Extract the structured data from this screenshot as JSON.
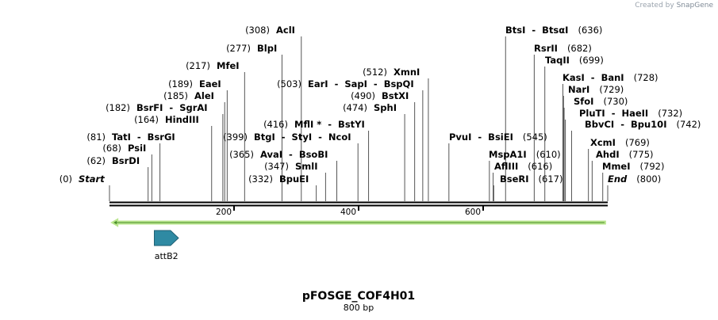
{
  "credit": {
    "prefix": "Created by",
    "brand": "SnapGene"
  },
  "plasmid": {
    "name": "pFOSGE_COF4H01",
    "length_label": "800 bp",
    "length": 800
  },
  "ruler_ticks": [
    {
      "value": 200,
      "label": "200"
    },
    {
      "value": 400,
      "label": "400"
    },
    {
      "value": 600,
      "label": "600"
    }
  ],
  "features": [
    {
      "name": "attB2",
      "start": 72,
      "end": 98,
      "direction": "forward",
      "color": "#2f8aa3"
    },
    {
      "name": "",
      "start": 4,
      "end": 796,
      "direction": "reverse",
      "color": "#b9e58d"
    }
  ],
  "sites": [
    {
      "pos": "(0)",
      "name": "Start",
      "at": 0,
      "italic": true
    },
    {
      "pos": "(62)",
      "name": "BsrDI",
      "at": 62
    },
    {
      "pos": "(68)",
      "name": "PsiI",
      "at": 68
    },
    {
      "pos": "(81)",
      "name": "TatI  -  BsrGI",
      "at": 81
    },
    {
      "pos": "(164)",
      "name": "HindIII",
      "at": 164
    },
    {
      "pos": "(182)",
      "name": "BsrFI  -  SgrAI",
      "at": 182
    },
    {
      "pos": "(185)",
      "name": "AleI",
      "at": 185
    },
    {
      "pos": "(189)",
      "name": "EaeI",
      "at": 189
    },
    {
      "pos": "(217)",
      "name": "MfeI",
      "at": 217
    },
    {
      "pos": "(277)",
      "name": "BlpI",
      "at": 277
    },
    {
      "pos": "(308)",
      "name": "AclI",
      "at": 308
    },
    {
      "pos": "(332)",
      "name": "BpuEI",
      "at": 332
    },
    {
      "pos": "(347)",
      "name": "SmlI",
      "at": 347
    },
    {
      "pos": "(365)",
      "name": "AvaI  -  BsoBI",
      "at": 365
    },
    {
      "pos": "(399)",
      "name": "BtgI  -  StyI  -  NcoI",
      "at": 399
    },
    {
      "pos": "(416)",
      "name": "MflI *  -  BstYI",
      "at": 416
    },
    {
      "pos": "(474)",
      "name": "SphI",
      "at": 474
    },
    {
      "pos": "(490)",
      "name": "BstXI",
      "at": 490
    },
    {
      "pos": "(503)",
      "name": "EarI  -  SapI  -  BspQI",
      "at": 503
    },
    {
      "pos": "(512)",
      "name": "XmnI",
      "at": 512
    },
    {
      "pos": "(545)",
      "name": "PvuI  -  BsiEI",
      "at": 545,
      "pos_after": true
    },
    {
      "pos": "(610)",
      "name": "MspA1I",
      "at": 610,
      "pos_after": true
    },
    {
      "pos": "(616)",
      "name": "AflIII",
      "at": 616,
      "pos_after": true
    },
    {
      "pos": "(617)",
      "name": "BseRI",
      "at": 617,
      "pos_after": true
    },
    {
      "pos": "(636)",
      "name": "BtsI  -  BtsαI",
      "at": 636,
      "pos_after": true
    },
    {
      "pos": "(682)",
      "name": "RsrII",
      "at": 682,
      "pos_after": true
    },
    {
      "pos": "(699)",
      "name": "TaqII",
      "at": 699,
      "pos_after": true
    },
    {
      "pos": "(728)",
      "name": "KasI  -  BanI",
      "at": 728,
      "pos_after": true
    },
    {
      "pos": "(729)",
      "name": "NarI",
      "at": 729,
      "pos_after": true
    },
    {
      "pos": "(730)",
      "name": "SfoI",
      "at": 730,
      "pos_after": true
    },
    {
      "pos": "(732)",
      "name": "PluTI  -  HaeII",
      "at": 732,
      "pos_after": true
    },
    {
      "pos": "(742)",
      "name": "BbvCI  -  Bpu10I",
      "at": 742,
      "pos_after": true
    },
    {
      "pos": "(769)",
      "name": "XcmI",
      "at": 769,
      "pos_after": true
    },
    {
      "pos": "(775)",
      "name": "AhdI",
      "at": 775,
      "pos_after": true
    },
    {
      "pos": "(792)",
      "name": "MmeI",
      "at": 792,
      "pos_after": true
    },
    {
      "pos": "(800)",
      "name": "End",
      "at": 800,
      "pos_after": true,
      "italic": true
    }
  ]
}
